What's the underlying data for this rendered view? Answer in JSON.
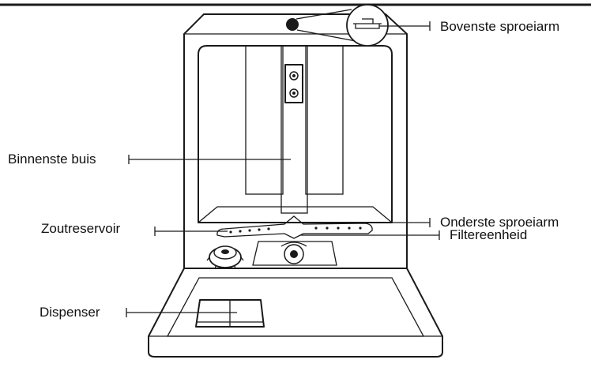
{
  "labels": {
    "upper_spray_arm": "Bovenste sproeiarm",
    "inner_tube": "Binnenste buis",
    "lower_spray_arm": "Onderste sproeiarm",
    "salt_reservoir": "Zoutreservoir",
    "filter_unit": "Filtereenheid",
    "dispenser": "Dispenser"
  }
}
